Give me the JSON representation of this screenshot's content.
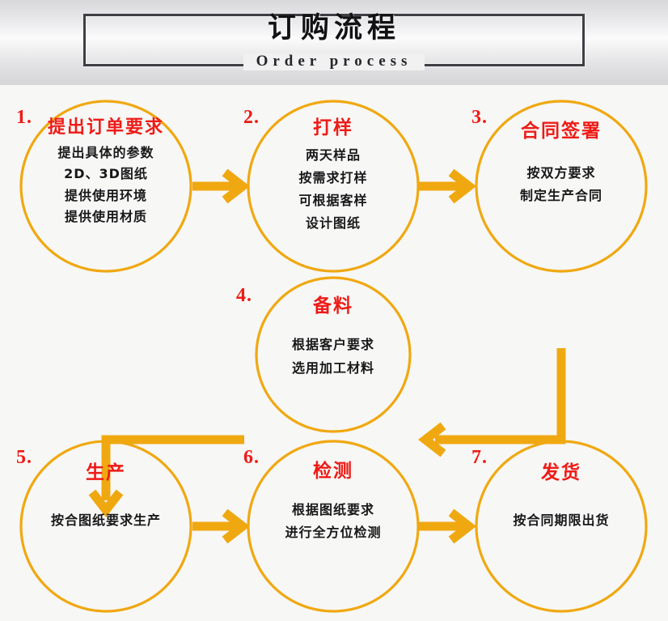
{
  "header": {
    "title_cn": "订购流程",
    "subtitle_en": "Order process"
  },
  "colors": {
    "accent": "#F0A811",
    "node_title": "#EE1B17",
    "node_body": "#18181A",
    "frame_border": "#3D3F44",
    "page_bg": "#F7F7F5"
  },
  "flow": {
    "steps": [
      {
        "number": "1.",
        "title": "提出订单要求",
        "lines": [
          "提出具体的参数",
          "2D、3D图纸",
          "提供使用环境",
          "提供使用材质"
        ]
      },
      {
        "number": "2.",
        "title": "打样",
        "lines": [
          "两天样品",
          "按需求打样",
          "可根据客样",
          "设计图纸"
        ]
      },
      {
        "number": "3.",
        "title": "合同签署",
        "lines": [
          "按双方要求",
          "制定生产合同"
        ]
      },
      {
        "number": "4.",
        "title": "备料",
        "lines": [
          "根据客户要求",
          "选用加工材料"
        ]
      },
      {
        "number": "5.",
        "title": "生产",
        "lines": [
          "按合图纸要求生产"
        ]
      },
      {
        "number": "6.",
        "title": "检测",
        "lines": [
          "根据图纸要求",
          "进行全方位检测"
        ]
      },
      {
        "number": "7.",
        "title": "发货",
        "lines": [
          "按合同期限出货"
        ]
      }
    ],
    "connectors": [
      {
        "name": "arrow-step1-to-step2",
        "kind": "straight-right"
      },
      {
        "name": "arrow-step2-to-step3",
        "kind": "straight-right"
      },
      {
        "name": "arrow-step3-to-step4",
        "kind": "elbow-down-left"
      },
      {
        "name": "arrow-step4-to-step5",
        "kind": "elbow-left-down"
      },
      {
        "name": "arrow-step5-to-step6",
        "kind": "straight-right"
      },
      {
        "name": "arrow-step6-to-step7",
        "kind": "straight-right"
      }
    ]
  }
}
